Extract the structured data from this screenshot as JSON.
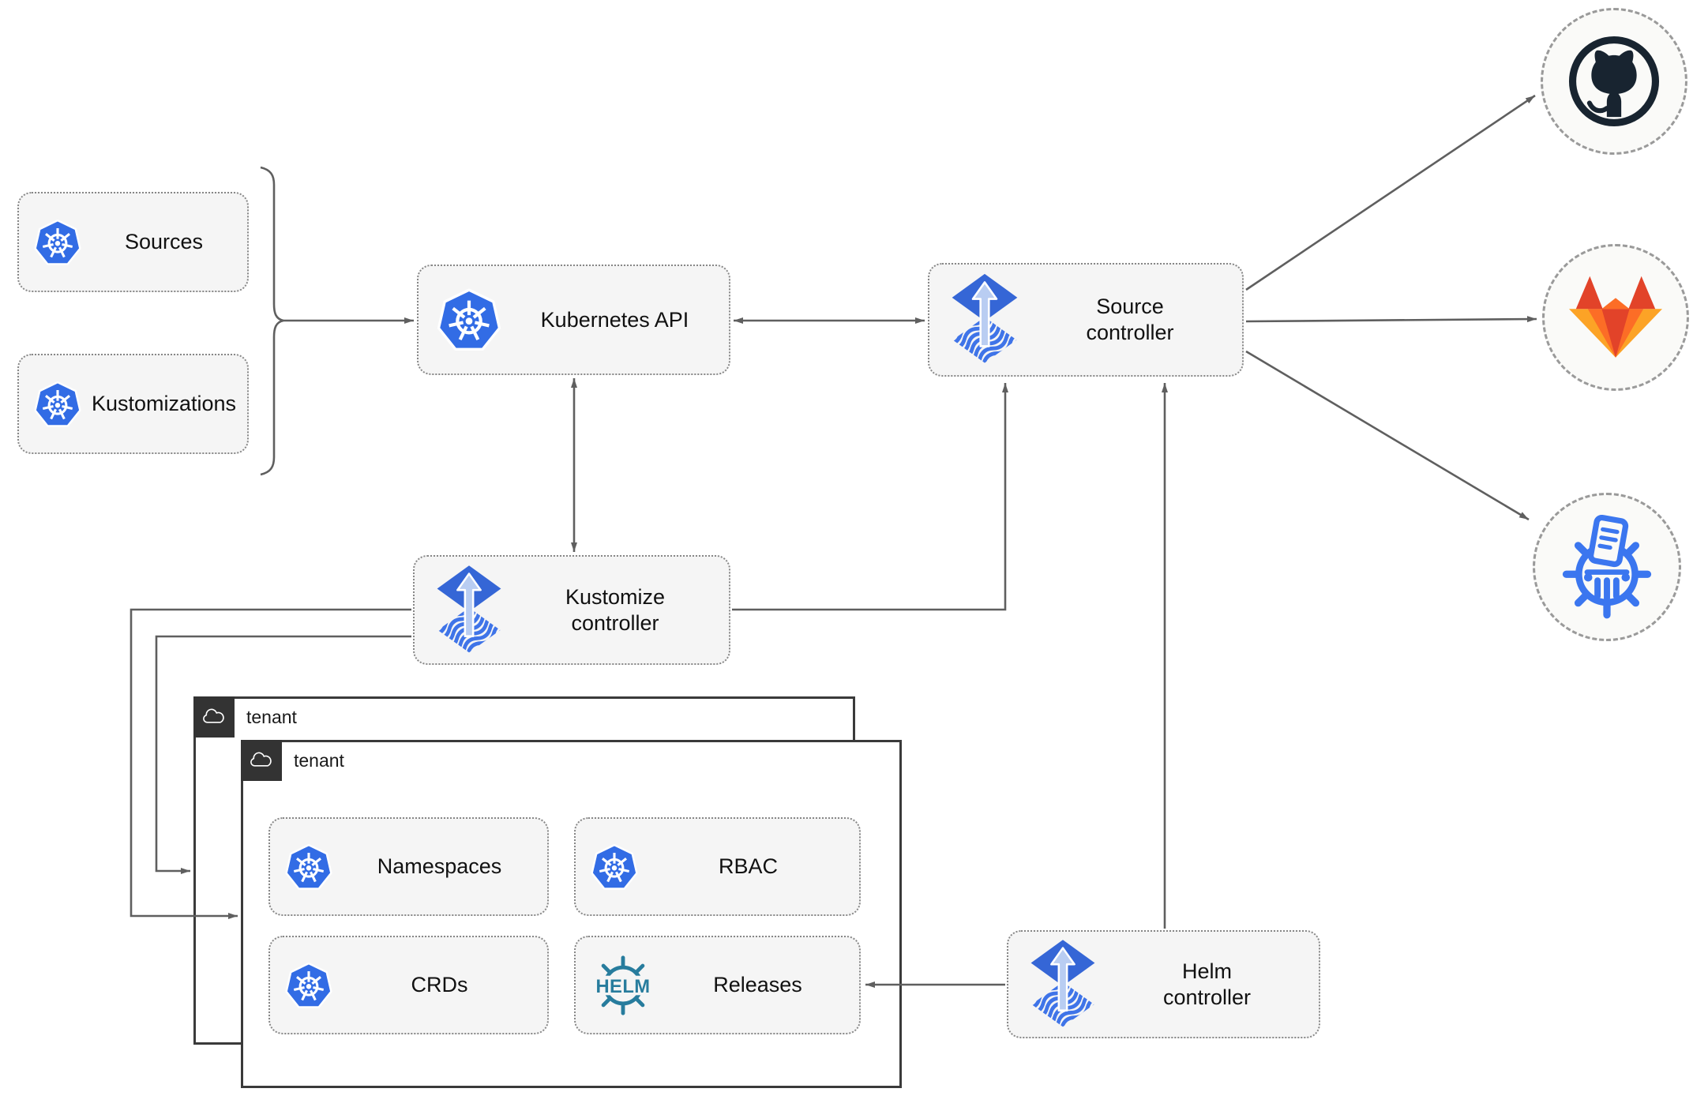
{
  "nodes": {
    "sources": {
      "label": "Sources",
      "icon": "kubernetes-icon"
    },
    "kustomizations": {
      "label": "Kustomizations",
      "icon": "kubernetes-icon"
    },
    "kubernetes_api": {
      "label": "Kubernetes API",
      "icon": "kubernetes-icon"
    },
    "source_controller": {
      "label": "Source controller",
      "icon": "flux-icon"
    },
    "kustomize_controller": {
      "label": "Kustomize controller",
      "icon": "flux-icon"
    },
    "helm_controller": {
      "label": "Helm controller",
      "icon": "flux-icon"
    },
    "namespaces": {
      "label": "Namespaces",
      "icon": "kubernetes-icon"
    },
    "rbac": {
      "label": "RBAC",
      "icon": "kubernetes-icon"
    },
    "crds": {
      "label": "CRDs",
      "icon": "kubernetes-icon"
    },
    "releases": {
      "label": "Releases",
      "icon": "helm-icon"
    }
  },
  "tenants": {
    "outer": {
      "label": "tenant",
      "icon": "cloud-icon"
    },
    "inner": {
      "label": "tenant",
      "icon": "cloud-icon"
    }
  },
  "external_targets": [
    {
      "name": "github",
      "icon": "github-icon"
    },
    {
      "name": "gitlab",
      "icon": "gitlab-icon"
    },
    {
      "name": "container-registry",
      "icon": "kustomize-registry-icon"
    }
  ],
  "edges": [
    {
      "from": "sources_and_kustomizations",
      "to": "kubernetes_api",
      "style": "brace-arrow"
    },
    {
      "from": "kubernetes_api",
      "to": "source_controller",
      "style": "bidirectional"
    },
    {
      "from": "kubernetes_api",
      "to": "kustomize_controller",
      "style": "bidirectional"
    },
    {
      "from": "kustomize_controller",
      "to": "source_controller",
      "style": "arrow"
    },
    {
      "from": "helm_controller",
      "to": "source_controller",
      "style": "arrow"
    },
    {
      "from": "helm_controller",
      "to": "releases",
      "style": "arrow"
    },
    {
      "from": "kustomize_controller",
      "to": "tenant_outer",
      "style": "arrow"
    },
    {
      "from": "kustomize_controller",
      "to": "tenant_inner",
      "style": "arrow"
    },
    {
      "from": "source_controller",
      "to": "github",
      "style": "arrow"
    },
    {
      "from": "source_controller",
      "to": "gitlab",
      "style": "arrow"
    },
    {
      "from": "source_controller",
      "to": "container-registry",
      "style": "arrow"
    }
  ],
  "colors": {
    "k8s_blue": "#326ce5",
    "flux_blue": "#3566d6",
    "flux_arrow_light": "#b9cdf2",
    "flux_wave": "#3f74e8",
    "helm_teal": "#277c9d",
    "github_dark": "#182430",
    "gitlab_red": "#e24329",
    "gitlab_orange": "#fc6d26",
    "gitlab_yellow": "#fca326",
    "registry_blue": "#3b76ef",
    "edge_gray": "#5f5f5f",
    "node_fill": "#f5f5f5",
    "node_border": "#878787",
    "tenant_border": "#3a3a3a",
    "tenant_header": "#333333",
    "circle_fill": "#fafaf8",
    "circle_border": "#9a9a9a",
    "label_color": "#111111"
  }
}
